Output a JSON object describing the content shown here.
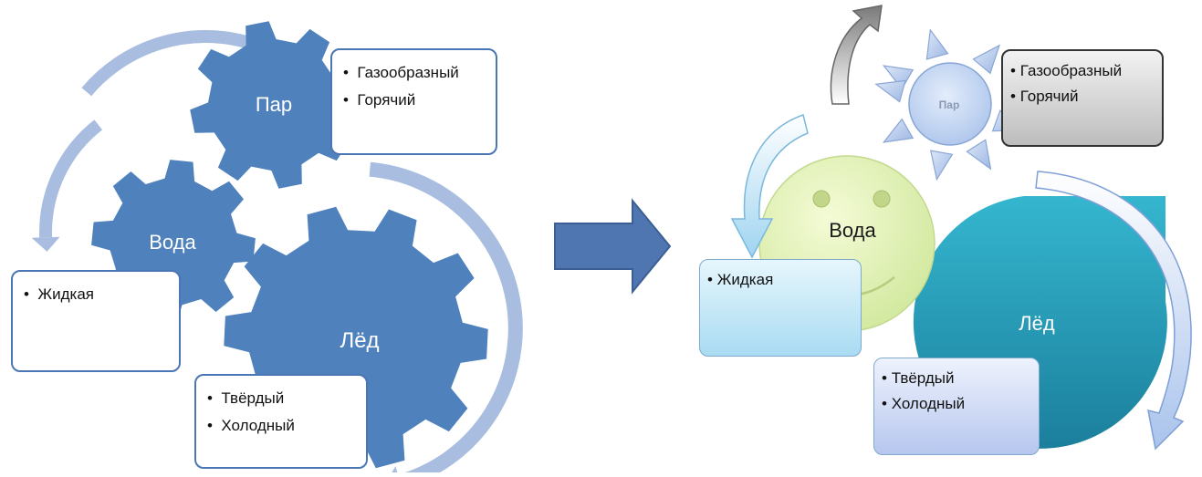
{
  "colors": {
    "gear": "#4f81bd",
    "gear_arrow": "#a8bddf",
    "conversion_arrow": "#4f76b0",
    "steam_sun": "#c7d9f5",
    "water_face": "#e8f4b8",
    "ice_shape": "#2aa6c0",
    "note_box_border": "#4a76b6"
  },
  "icons": {
    "gear": "gear-icon",
    "sun": "sun-icon",
    "smiley": "smiley-face-icon",
    "conversion_arrow": "right-arrow-icon",
    "cycle_arrow": "curved-arrow-icon"
  },
  "left_diagram": {
    "steam": {
      "label": "Пар",
      "items": [
        "Газообразный",
        "Горячий"
      ]
    },
    "water": {
      "label": "Вода",
      "items": [
        "Жидкая"
      ]
    },
    "ice": {
      "label": "Лёд",
      "items": [
        "Твёрдый",
        "Холодный"
      ]
    }
  },
  "right_diagram": {
    "steam": {
      "label": "Пар",
      "items": [
        "Газообразный",
        "Горячий"
      ]
    },
    "water": {
      "label": "Вода",
      "items": [
        "Жидкая"
      ]
    },
    "ice": {
      "label": "Лёд",
      "items": [
        "Твёрдый",
        "Холодный"
      ]
    }
  }
}
